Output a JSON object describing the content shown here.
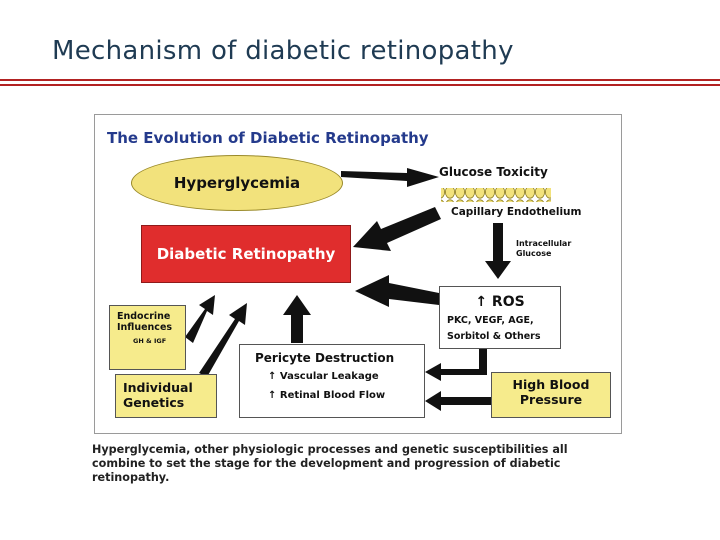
{
  "slide": {
    "title": "Mechanism of diabetic retinopathy",
    "accent_color": "#b22222",
    "title_color": "#1f3b53"
  },
  "figure": {
    "title": "The Evolution of Diabetic Retinopathy",
    "hyperglycemia": "Hyperglycemia",
    "diabetic_retinopathy": "Diabetic Retinopathy",
    "glucose_toxicity": "Glucose Toxicity",
    "capillary_endothelium": "Capillary Endothelium",
    "intracellular_glucose_line1": "Intracellular",
    "intracellular_glucose_line2": "Glucose",
    "ros_title": "↑ ROS",
    "ros_line1": "PKC, VEGF, AGE,",
    "ros_line2": "Sorbitol & Others",
    "endocrine_line1": "Endocrine",
    "endocrine_line2": "Influences",
    "endocrine_sub": "GH & IGF",
    "genetics_line1": "Individual",
    "genetics_line2": "Genetics",
    "pericyte_title": "Pericyte Destruction",
    "pericyte_item1": "Vascular Leakage",
    "pericyte_item2": "Retinal Blood Flow",
    "up_arrow": "↑",
    "hbp_line1": "High Blood",
    "hbp_line2": "Pressure",
    "colors": {
      "ellipse_fill": "#f2e27c",
      "box_fill": "#f6eb8c",
      "dr_fill": "#e02d2d",
      "title_color": "#243a8c",
      "arrow_color": "#111111"
    }
  },
  "caption": "Hyperglycemia, other physiologic processes and genetic susceptibilities all combine to set the stage for the development and progression of diabetic retinopathy."
}
